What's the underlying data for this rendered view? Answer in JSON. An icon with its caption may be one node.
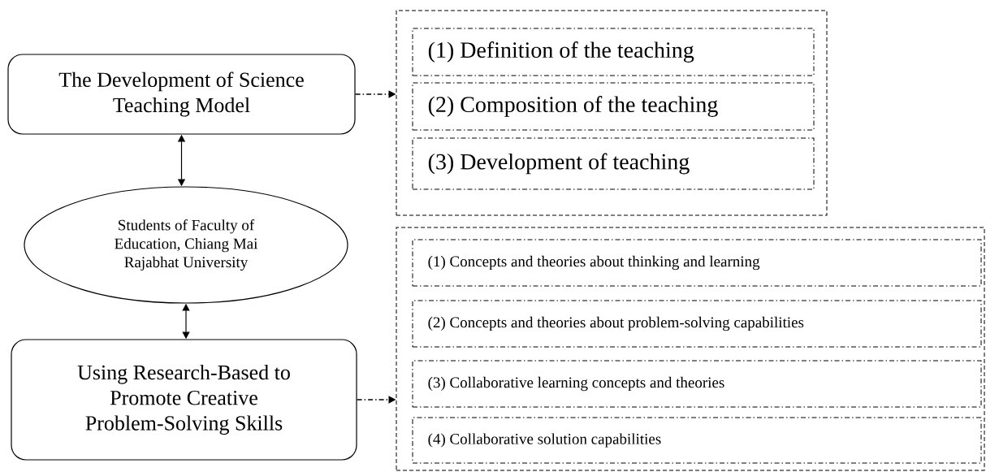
{
  "diagram": {
    "nodes": [
      {
        "text": [
          "The Development of Science Teaching Model"
        ]
      },
      {
        "text": [
          "Students of Faculty of Education, Chiang Mai Rajabhat University"
        ]
      },
      {
        "text": [
          "Using Research-Based to Promote Creative Problem-Solving Skills"
        ]
      },
      {
        "text": [],
        "shape": "box"
      },
      {
        "text": [
          "(1) Definition of the teaching"
        ],
        "in": 3
      },
      {
        "text": [
          "(2) Composition of the teaching"
        ],
        "in": 3
      },
      {
        "text": [
          "(3) Development of teaching"
        ],
        "in": 3
      },
      {
        "text": [],
        "shape": "box"
      },
      {
        "text": [
          "(1) Concepts and theories about thinking and learning"
        ],
        "in": 7
      },
      {
        "text": [
          "(2) Concepts and theories about problem-solving capabilities"
        ],
        "in": 7
      },
      {
        "text": [
          "(3) Collaborative learning concepts and theories"
        ],
        "in": 7
      },
      {
        "text": [
          "(4) Collaborative solution capabilities"
        ],
        "in": 7
      }
    ],
    "edges": [
      {
        "from": 0,
        "to": 1,
        "arrow": "both"
      },
      {
        "from": 1,
        "to": 2,
        "arrow": "both"
      },
      {
        "from": 0,
        "to": 3,
        "arrow": "to",
        "style": "dashed"
      },
      {
        "from": 2,
        "to": 7,
        "arrow": "to",
        "style": "dashed"
      }
    ]
  }
}
